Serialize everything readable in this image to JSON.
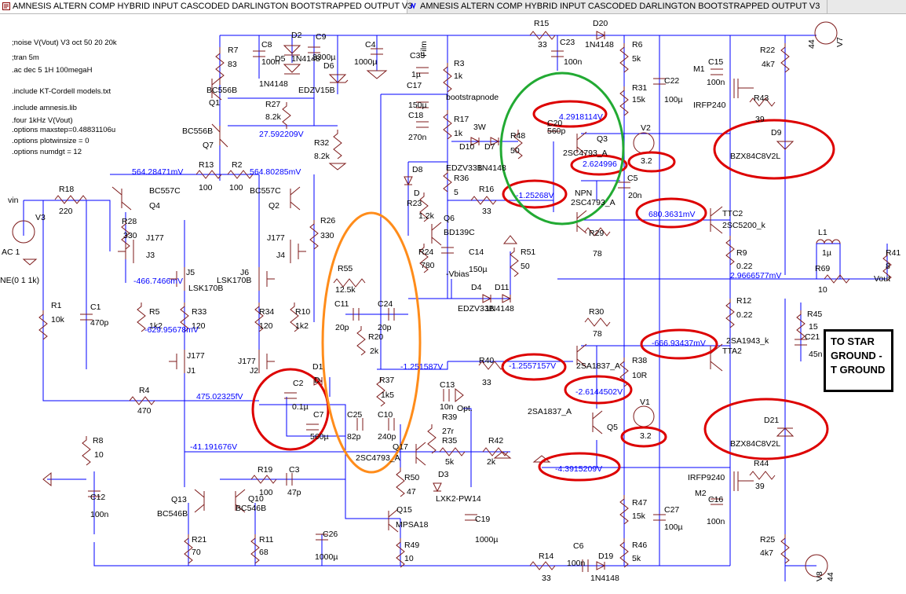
{
  "tabs": [
    {
      "label": "AMNESIS ALTERN COMP HYBRID INPUT CASCODED DARLINGTON BOOTSTRAPPED OUTPUT V3",
      "icon": "schematic-icon"
    },
    {
      "label": "AMNESIS ALTERN COMP HYBRID INPUT CASCODED DARLINGTON BOOTSTRAPPED OUTPUT V3",
      "icon": "waveform-icon"
    }
  ],
  "directives": [
    ";noise V(Vout) V3 oct 50 20 20k",
    ";tran 5m",
    ".ac dec 5 1H 100megaH",
    ".include KT-Cordell models.txt",
    ".include amnesis.lib",
    ".four 1kHz V(Vout)",
    ".options maxstep=0.48831106u",
    ".options plotwinsize = 0",
    ".options numdgt = 12"
  ],
  "probes": [
    "564.28471mV",
    "564.80285mV",
    "27.592209V",
    "-466.7466mV",
    "-629.95678mV",
    "475.02325fV",
    "-41.191676V",
    "4.2918114V",
    "2.624996",
    "-1.25268V",
    "680.3631mV",
    "2.9666577mV",
    "-1.251587V",
    "-1.2557157V",
    "-666.93437mV",
    "-2.6144502V",
    "-4.3915209V"
  ],
  "labels": [
    {
      "id": "R15",
      "t": "R15"
    },
    {
      "id": "R15v",
      "t": "33"
    },
    {
      "id": "C23",
      "t": "C23"
    },
    {
      "id": "C23v",
      "t": "100n"
    },
    {
      "id": "D20",
      "t": "D20"
    },
    {
      "id": "D20v",
      "t": "1N4148"
    },
    {
      "id": "R6",
      "t": "R6"
    },
    {
      "id": "R6v",
      "t": "5k"
    },
    {
      "id": "R22",
      "t": "R22"
    },
    {
      "id": "R22v",
      "t": "4k7"
    },
    {
      "id": "C15",
      "t": "C15"
    },
    {
      "id": "C15v",
      "t": "100n"
    },
    {
      "id": "M1",
      "t": "M1"
    },
    {
      "id": "M1v",
      "t": "IRFP240"
    },
    {
      "id": "R43",
      "t": "R43"
    },
    {
      "id": "R43v",
      "t": "39"
    },
    {
      "id": "R31",
      "t": "R31"
    },
    {
      "id": "R31v",
      "t": "15k"
    },
    {
      "id": "C22",
      "t": "C22"
    },
    {
      "id": "C22v",
      "t": "100µ"
    },
    {
      "id": "D9",
      "t": "D9"
    },
    {
      "id": "D9v",
      "t": "BZX84C8V2L"
    },
    {
      "id": "V2",
      "t": "V2"
    },
    {
      "id": "V2v",
      "t": "3.2"
    },
    {
      "id": "C5",
      "t": "C5"
    },
    {
      "id": "C5v",
      "t": "20n"
    },
    {
      "id": "Q3",
      "t": "Q3"
    },
    {
      "id": "Q3v",
      "t": "2SC4793_A"
    },
    {
      "id": "NPN",
      "t": "NPN"
    },
    {
      "id": "Q4793",
      "t": "2SC4793_A"
    },
    {
      "id": "C20v",
      "t": "560p"
    },
    {
      "id": "C20",
      "t": "C20"
    },
    {
      "id": "R48",
      "t": "R48"
    },
    {
      "id": "R48v",
      "t": "50"
    },
    {
      "id": "W3",
      "t": "3W"
    },
    {
      "id": "R7",
      "t": "R7"
    },
    {
      "id": "R7v",
      "t": "83"
    },
    {
      "id": "C8",
      "t": "C8"
    },
    {
      "id": "C8v",
      "t": "100n"
    },
    {
      "id": "D2",
      "t": "D2"
    },
    {
      "id": "D2v",
      "t": "1N4148"
    },
    {
      "id": "D5",
      "t": "D5"
    },
    {
      "id": "D5v",
      "t": "1N4148"
    },
    {
      "id": "C9",
      "t": "C9"
    },
    {
      "id": "C9v",
      "t": "3300µ"
    },
    {
      "id": "D6",
      "t": "D6"
    },
    {
      "id": "D6v",
      "t": "EDZV15B"
    },
    {
      "id": "C4",
      "t": "C4"
    },
    {
      "id": "C4v",
      "t": "1000µ"
    },
    {
      "id": "C33",
      "t": "C33"
    },
    {
      "id": "C33v",
      "t": "1µ"
    },
    {
      "id": "Film",
      "t": "Film"
    },
    {
      "id": "C17",
      "t": "C17"
    },
    {
      "id": "C17v",
      "t": "150µ"
    },
    {
      "id": "C18",
      "t": "C18"
    },
    {
      "id": "C18v",
      "t": "270n"
    },
    {
      "id": "R3",
      "t": "R3"
    },
    {
      "id": "R3v",
      "t": "1k"
    },
    {
      "id": "boot",
      "t": "bootstrapnode"
    },
    {
      "id": "R17",
      "t": "R17"
    },
    {
      "id": "R17v",
      "t": "1k"
    },
    {
      "id": "D10",
      "t": "D10"
    },
    {
      "id": "D10v",
      "t": "EDZV33B"
    },
    {
      "id": "D7",
      "t": "D7"
    },
    {
      "id": "D7v",
      "t": "1N4148"
    },
    {
      "id": "D8",
      "t": "D8"
    },
    {
      "id": "D8v",
      "t": "D"
    },
    {
      "id": "R36",
      "t": "R36"
    },
    {
      "id": "R36v",
      "t": "5"
    },
    {
      "id": "R16",
      "t": "R16"
    },
    {
      "id": "R16v",
      "t": "33"
    },
    {
      "id": "R23",
      "t": "R23"
    },
    {
      "id": "R23v",
      "t": "1.2k"
    },
    {
      "id": "Q6",
      "t": "Q6"
    },
    {
      "id": "Q6v",
      "t": "BD139C"
    },
    {
      "id": "R24",
      "t": "R24"
    },
    {
      "id": "R24v",
      "t": "780"
    },
    {
      "id": "C14",
      "t": "C14"
    },
    {
      "id": "C14v",
      "t": "150µ"
    },
    {
      "id": "R51",
      "t": "R51"
    },
    {
      "id": "R51v",
      "t": "50"
    },
    {
      "id": "Vbias",
      "t": "-Vbias"
    },
    {
      "id": "D4",
      "t": "D4"
    },
    {
      "id": "D4v",
      "t": "EDZV33B"
    },
    {
      "id": "D11",
      "t": "D11"
    },
    {
      "id": "D11v",
      "t": "1N4148"
    },
    {
      "id": "R27",
      "t": "R27"
    },
    {
      "id": "R27v",
      "t": "8.2k"
    },
    {
      "id": "R32",
      "t": "R32"
    },
    {
      "id": "R32v",
      "t": "8.2k"
    },
    {
      "id": "Q1",
      "t": "Q1"
    },
    {
      "id": "Q1v",
      "t": "BC556B"
    },
    {
      "id": "Q7",
      "t": "Q7"
    },
    {
      "id": "Q7v",
      "t": "BC556B"
    },
    {
      "id": "R13",
      "t": "R13"
    },
    {
      "id": "R13v",
      "t": "100"
    },
    {
      "id": "R2",
      "t": "R2"
    },
    {
      "id": "R2v",
      "t": "100"
    },
    {
      "id": "vin",
      "t": "vin"
    },
    {
      "id": "R18",
      "t": "R18"
    },
    {
      "id": "R18v",
      "t": "220"
    },
    {
      "id": "V3",
      "t": "V3"
    },
    {
      "id": "V3a",
      "t": "AC 1"
    },
    {
      "id": "V3b",
      "t": "NE(0 1 1k)"
    },
    {
      "id": "Q4",
      "t": "Q4"
    },
    {
      "id": "Q4v",
      "t": "BC557C"
    },
    {
      "id": "Q2",
      "t": "Q2"
    },
    {
      "id": "Q2v",
      "t": "BC557C"
    },
    {
      "id": "R28",
      "t": "R28"
    },
    {
      "id": "R28v",
      "t": "330"
    },
    {
      "id": "R26",
      "t": "R26"
    },
    {
      "id": "R26v",
      "t": "330"
    },
    {
      "id": "J177a",
      "t": "J177"
    },
    {
      "id": "J3",
      "t": "J3"
    },
    {
      "id": "J177b",
      "t": "J177"
    },
    {
      "id": "J4",
      "t": "J4"
    },
    {
      "id": "J5",
      "t": "J5"
    },
    {
      "id": "J5v",
      "t": "LSK170B"
    },
    {
      "id": "J6",
      "t": "J6"
    },
    {
      "id": "J6v",
      "t": "LSK170B"
    },
    {
      "id": "R5",
      "t": "R5"
    },
    {
      "id": "R5v",
      "t": "1k2"
    },
    {
      "id": "R33",
      "t": "R33"
    },
    {
      "id": "R33v",
      "t": "120"
    },
    {
      "id": "R34",
      "t": "R34"
    },
    {
      "id": "R34v",
      "t": "120"
    },
    {
      "id": "R10",
      "t": "R10"
    },
    {
      "id": "R10v",
      "t": "1k2"
    },
    {
      "id": "J1",
      "t": "J1"
    },
    {
      "id": "J1v",
      "t": "J177"
    },
    {
      "id": "J2",
      "t": "J2"
    },
    {
      "id": "J2v",
      "t": "J177"
    },
    {
      "id": "R1",
      "t": "R1"
    },
    {
      "id": "R1v",
      "t": "10k"
    },
    {
      "id": "C1",
      "t": "C1"
    },
    {
      "id": "C1v",
      "t": "470p"
    },
    {
      "id": "R4",
      "t": "R4"
    },
    {
      "id": "R4v",
      "t": "470"
    },
    {
      "id": "R8",
      "t": "R8"
    },
    {
      "id": "R8v",
      "t": "10"
    },
    {
      "id": "C12",
      "t": "C12"
    },
    {
      "id": "C12v",
      "t": "100n"
    },
    {
      "id": "C2",
      "t": "C2"
    },
    {
      "id": "C2v",
      "t": "0.1µ"
    },
    {
      "id": "C7",
      "t": "C7"
    },
    {
      "id": "C7v",
      "t": "560µ"
    },
    {
      "id": "D",
      "t": "D"
    },
    {
      "id": "D1",
      "t": "D1"
    },
    {
      "id": "R55",
      "t": "R55"
    },
    {
      "id": "R55v",
      "t": "12.5k"
    },
    {
      "id": "C11",
      "t": "C11"
    },
    {
      "id": "C11v",
      "t": "20p"
    },
    {
      "id": "C24",
      "t": "C24"
    },
    {
      "id": "C24v",
      "t": "20p"
    },
    {
      "id": "R20",
      "t": "R20"
    },
    {
      "id": "R20v",
      "t": "2k"
    },
    {
      "id": "R37",
      "t": "R37"
    },
    {
      "id": "R37v",
      "t": "1k5"
    },
    {
      "id": "C25",
      "t": "C25"
    },
    {
      "id": "C25v",
      "t": "82p"
    },
    {
      "id": "C10",
      "t": "C10"
    },
    {
      "id": "C10v",
      "t": "240p"
    },
    {
      "id": "Q17",
      "t": "Q17"
    },
    {
      "id": "Q17v",
      "t": "2SC4793_A"
    },
    {
      "id": "C13",
      "t": "C13"
    },
    {
      "id": "C13v",
      "t": "10n"
    },
    {
      "id": "Opt",
      "t": "Opt."
    },
    {
      "id": "R39",
      "t": "R39"
    },
    {
      "id": "R39v",
      "t": "27r"
    },
    {
      "id": "R35",
      "t": "R35"
    },
    {
      "id": "R35v",
      "t": "5k"
    },
    {
      "id": "R42",
      "t": "R42"
    },
    {
      "id": "R42v",
      "t": "2k"
    },
    {
      "id": "R40",
      "t": "R40"
    },
    {
      "id": "R40v",
      "t": "33"
    },
    {
      "id": "R50",
      "t": "R50"
    },
    {
      "id": "R50v",
      "t": "47"
    },
    {
      "id": "D3",
      "t": "D3"
    },
    {
      "id": "D3v",
      "t": "LXK2-PW14"
    },
    {
      "id": "C19",
      "t": "C19"
    },
    {
      "id": "C19v",
      "t": "1000µ"
    },
    {
      "id": "Q15",
      "t": "Q15"
    },
    {
      "id": "Q15v",
      "t": "MPSA18"
    },
    {
      "id": "R49",
      "t": "R49"
    },
    {
      "id": "R49v",
      "t": "10"
    },
    {
      "id": "R19",
      "t": "R19"
    },
    {
      "id": "R19v",
      "t": "100"
    },
    {
      "id": "C3",
      "t": "C3"
    },
    {
      "id": "C3v",
      "t": "47p"
    },
    {
      "id": "Q13",
      "t": "Q13"
    },
    {
      "id": "Q13v",
      "t": "BC546B"
    },
    {
      "id": "Q10",
      "t": "Q10"
    },
    {
      "id": "Q10v",
      "t": "BC546B"
    },
    {
      "id": "R21",
      "t": "R21"
    },
    {
      "id": "R21v",
      "t": "70"
    },
    {
      "id": "R11",
      "t": "R11"
    },
    {
      "id": "R11v",
      "t": "68"
    },
    {
      "id": "C26",
      "t": "C26"
    },
    {
      "id": "C26v",
      "t": "1000µ"
    },
    {
      "id": "R14",
      "t": "R14"
    },
    {
      "id": "R14v",
      "t": "33"
    },
    {
      "id": "C6",
      "t": "C6"
    },
    {
      "id": "C6v",
      "t": "100n"
    },
    {
      "id": "D19",
      "t": "D19"
    },
    {
      "id": "D19v",
      "t": "1N4148"
    },
    {
      "id": "R46",
      "t": "R46"
    },
    {
      "id": "R46v",
      "t": "5k"
    },
    {
      "id": "R47",
      "t": "R47"
    },
    {
      "id": "R47v",
      "t": "15k"
    },
    {
      "id": "C27",
      "t": "C27"
    },
    {
      "id": "C27v",
      "t": "100µ"
    },
    {
      "id": "V1",
      "t": "V1"
    },
    {
      "id": "V1v",
      "t": "3.2"
    },
    {
      "id": "Q5",
      "t": "Q5"
    },
    {
      "id": "Q5v",
      "t": "2SA1837_A"
    },
    {
      "id": "Q5b",
      "t": "2SA1837_A"
    },
    {
      "id": "R38",
      "t": "R38"
    },
    {
      "id": "R38v",
      "t": "10R"
    },
    {
      "id": "R30",
      "t": "R30"
    },
    {
      "id": "R30v",
      "t": "78"
    },
    {
      "id": "R29",
      "t": "R29"
    },
    {
      "id": "R29v",
      "t": "78"
    },
    {
      "id": "TTC2",
      "t": "TTC2"
    },
    {
      "id": "TTC2v",
      "t": "2SC5200_k"
    },
    {
      "id": "R9",
      "t": "R9"
    },
    {
      "id": "R9v",
      "t": "0.22"
    },
    {
      "id": "R12",
      "t": "R12"
    },
    {
      "id": "R12v",
      "t": "0.22"
    },
    {
      "id": "TTA2",
      "t": "TTA2"
    },
    {
      "id": "TTA2v",
      "t": "2SA1943_k"
    },
    {
      "id": "D21",
      "t": "D21"
    },
    {
      "id": "D21v",
      "t": "BZX84C8V2L"
    },
    {
      "id": "M2v",
      "t": "IRFP9240"
    },
    {
      "id": "R44",
      "t": "R44"
    },
    {
      "id": "R44v",
      "t": "39"
    },
    {
      "id": "C16",
      "t": "C16"
    },
    {
      "id": "C16v",
      "t": "100n"
    },
    {
      "id": "M2",
      "t": "M2"
    },
    {
      "id": "R25",
      "t": "R25"
    },
    {
      "id": "R25v",
      "t": "4k7"
    },
    {
      "id": "L1",
      "t": "L1"
    },
    {
      "id": "L1v",
      "t": "1µ"
    },
    {
      "id": "R69",
      "t": "R69"
    },
    {
      "id": "R69v",
      "t": "10"
    },
    {
      "id": "R41",
      "t": "R41"
    },
    {
      "id": "R41v",
      "t": "8"
    },
    {
      "id": "Vout",
      "t": "Vout"
    },
    {
      "id": "R45",
      "t": "R45"
    },
    {
      "id": "R45v",
      "t": "15"
    },
    {
      "id": "C21",
      "t": "C21"
    },
    {
      "id": "C21v",
      "t": "45n"
    },
    {
      "id": "V7",
      "t": "V7"
    },
    {
      "id": "V7v",
      "t": "44"
    },
    {
      "id": "V8",
      "t": "V8"
    },
    {
      "id": "V8v",
      "t": "44"
    }
  ],
  "note": {
    "line1": "TO STAR",
    "line2": "GROUND -",
    "line3": "T GROUND"
  },
  "colors": {
    "wire": "#0000ff",
    "part": "#7d1a1a",
    "text": "#000000",
    "highlight_red": "#dd0000",
    "highlight_green": "#22aa33",
    "highlight_orange": "#ff8c1a"
  }
}
